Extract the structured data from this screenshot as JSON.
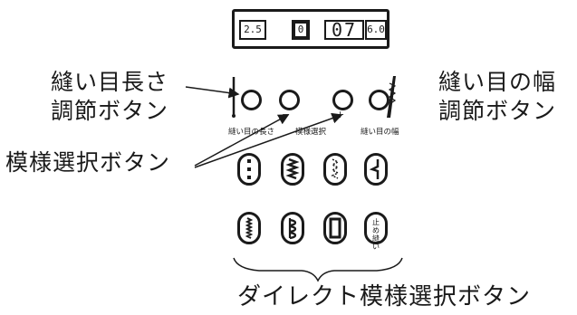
{
  "display": {
    "left_value": "2.5",
    "middle_value": "0",
    "pattern_number": "07",
    "right_value": "6.0"
  },
  "labels": {
    "stitch_length_line1": "縫い目長さ",
    "stitch_length_line2": "調節ボタン",
    "stitch_width_line1": "縫い目の幅",
    "stitch_width_line2": "調節ボタン",
    "pattern_select": "模様選択ボタン",
    "direct_pattern_select": "ダイレクト模様選択ボタン"
  },
  "button_labels": {
    "stitch_length": "縫い目の長さ",
    "pattern_select": "模様選択",
    "stitch_width": "縫い目の幅",
    "minus": "−",
    "plus": "+"
  },
  "direct_buttons": {
    "row1": [
      "straight-stitch-icon",
      "zigzag-stitch-icon",
      "stretch-stitch-icon",
      "blind-hem-stitch-icon"
    ],
    "row2": [
      "triple-zigzag-icon",
      "shell-stitch-icon",
      "buttonhole-icon",
      "lock-stitch-icon"
    ],
    "lock_stitch_text": "止め縫い"
  }
}
